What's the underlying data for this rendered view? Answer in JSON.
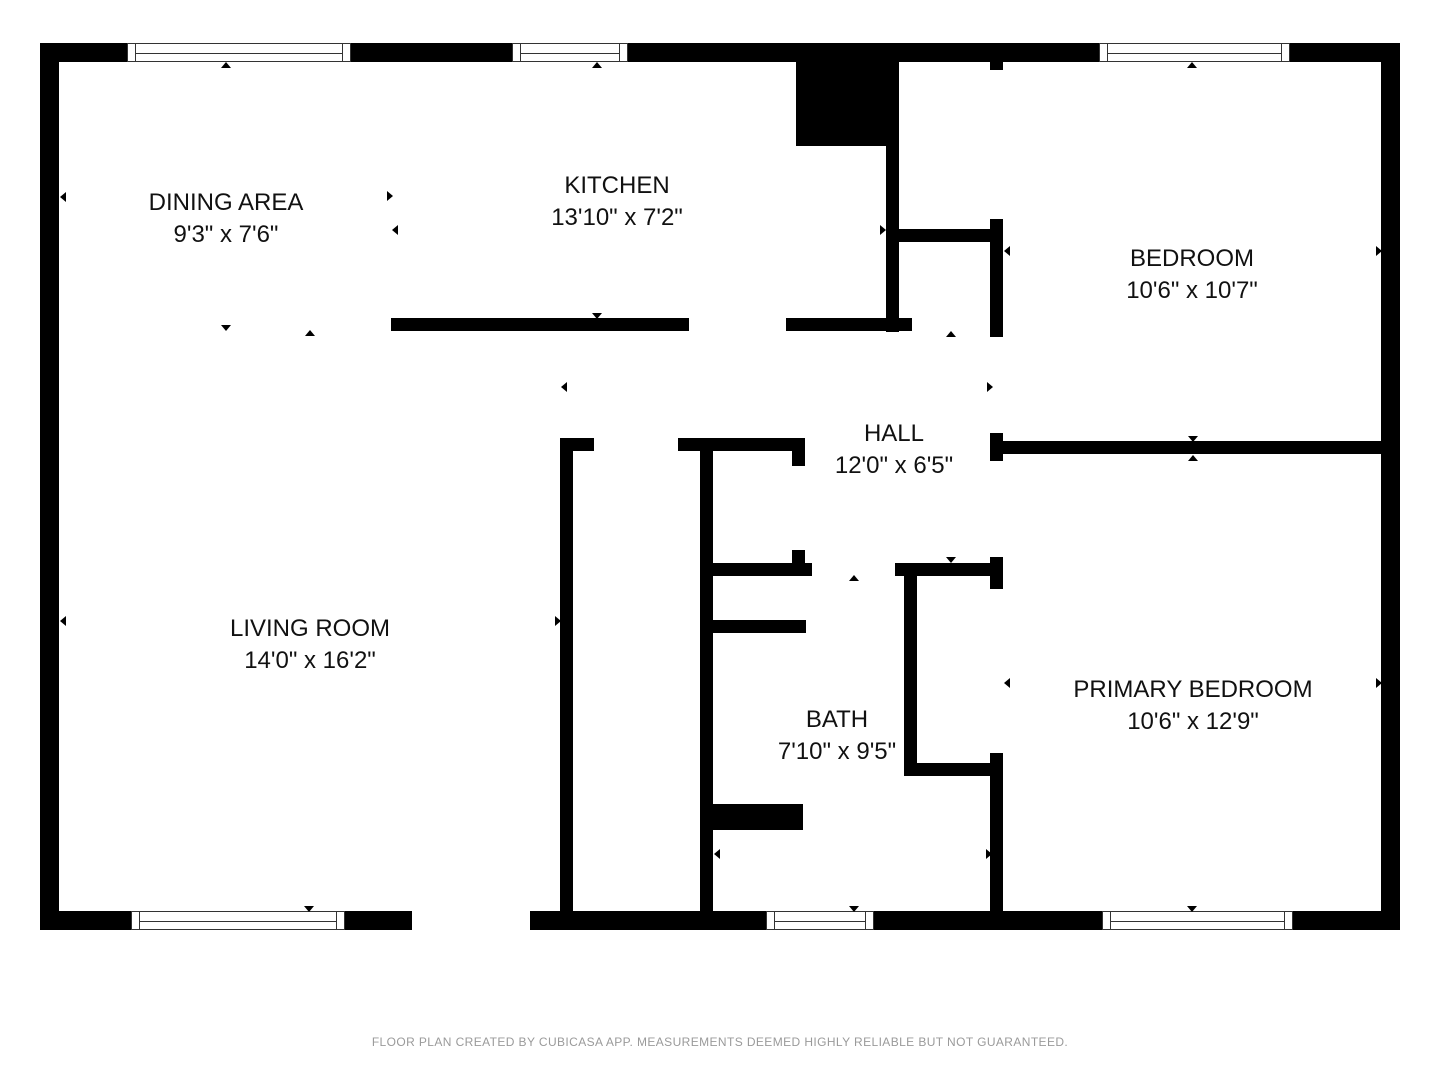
{
  "floor_plan": {
    "rooms": [
      {
        "name": "DINING AREA",
        "dimensions": "9'3\" x 7'6\""
      },
      {
        "name": "KITCHEN",
        "dimensions": "13'10\" x 7'2\""
      },
      {
        "name": "BEDROOM",
        "dimensions": "10'6\" x 10'7\""
      },
      {
        "name": "HALL",
        "dimensions": "12'0\" x 6'5\""
      },
      {
        "name": "LIVING ROOM",
        "dimensions": "14'0\" x 16'2\""
      },
      {
        "name": "BATH",
        "dimensions": "7'10\" x 9'5\""
      },
      {
        "name": "PRIMARY BEDROOM",
        "dimensions": "10'6\" x 12'9\""
      }
    ],
    "colors": {
      "wall": "#000000",
      "background": "#ffffff",
      "footer_text": "#9a9a9a"
    }
  },
  "footer": {
    "disclaimer": "FLOOR PLAN CREATED BY CUBICASA APP. MEASUREMENTS DEEMED HIGHLY RELIABLE BUT NOT GUARANTEED."
  }
}
